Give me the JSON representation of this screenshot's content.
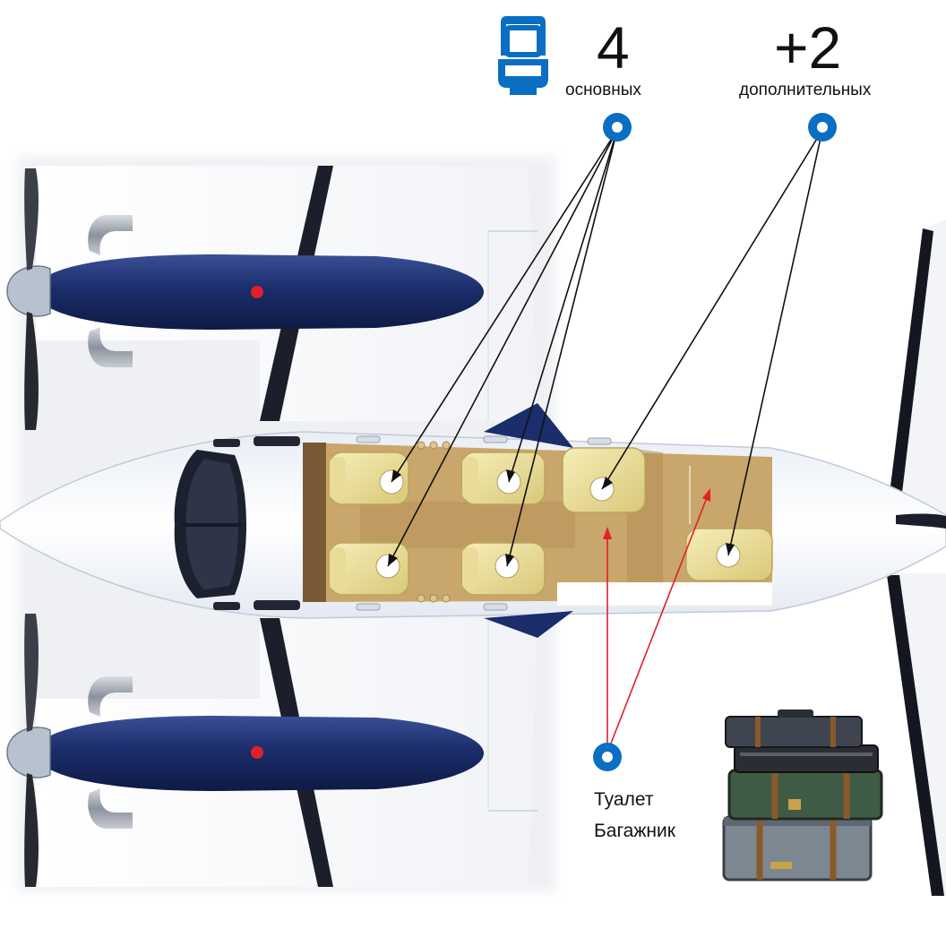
{
  "legend": {
    "main_count": "4",
    "main_label": "основных",
    "extra_count": "+2",
    "extra_label": "дополнительных"
  },
  "callouts": {
    "toilet_label": "Туалет",
    "luggage_label": "Багажник"
  },
  "colors": {
    "accent_blue": "#0a6fc2",
    "nacelle_navy": "#1b2d6b",
    "cabin_floor": "#c9a66b",
    "seat_yellow": "#ecdf9a",
    "leader_black": "#111111",
    "leader_red": "#e0202a"
  },
  "icons": {
    "seat": "seat-icon",
    "marker": "ring-marker-icon",
    "luggage": "luggage-stack-icon"
  }
}
